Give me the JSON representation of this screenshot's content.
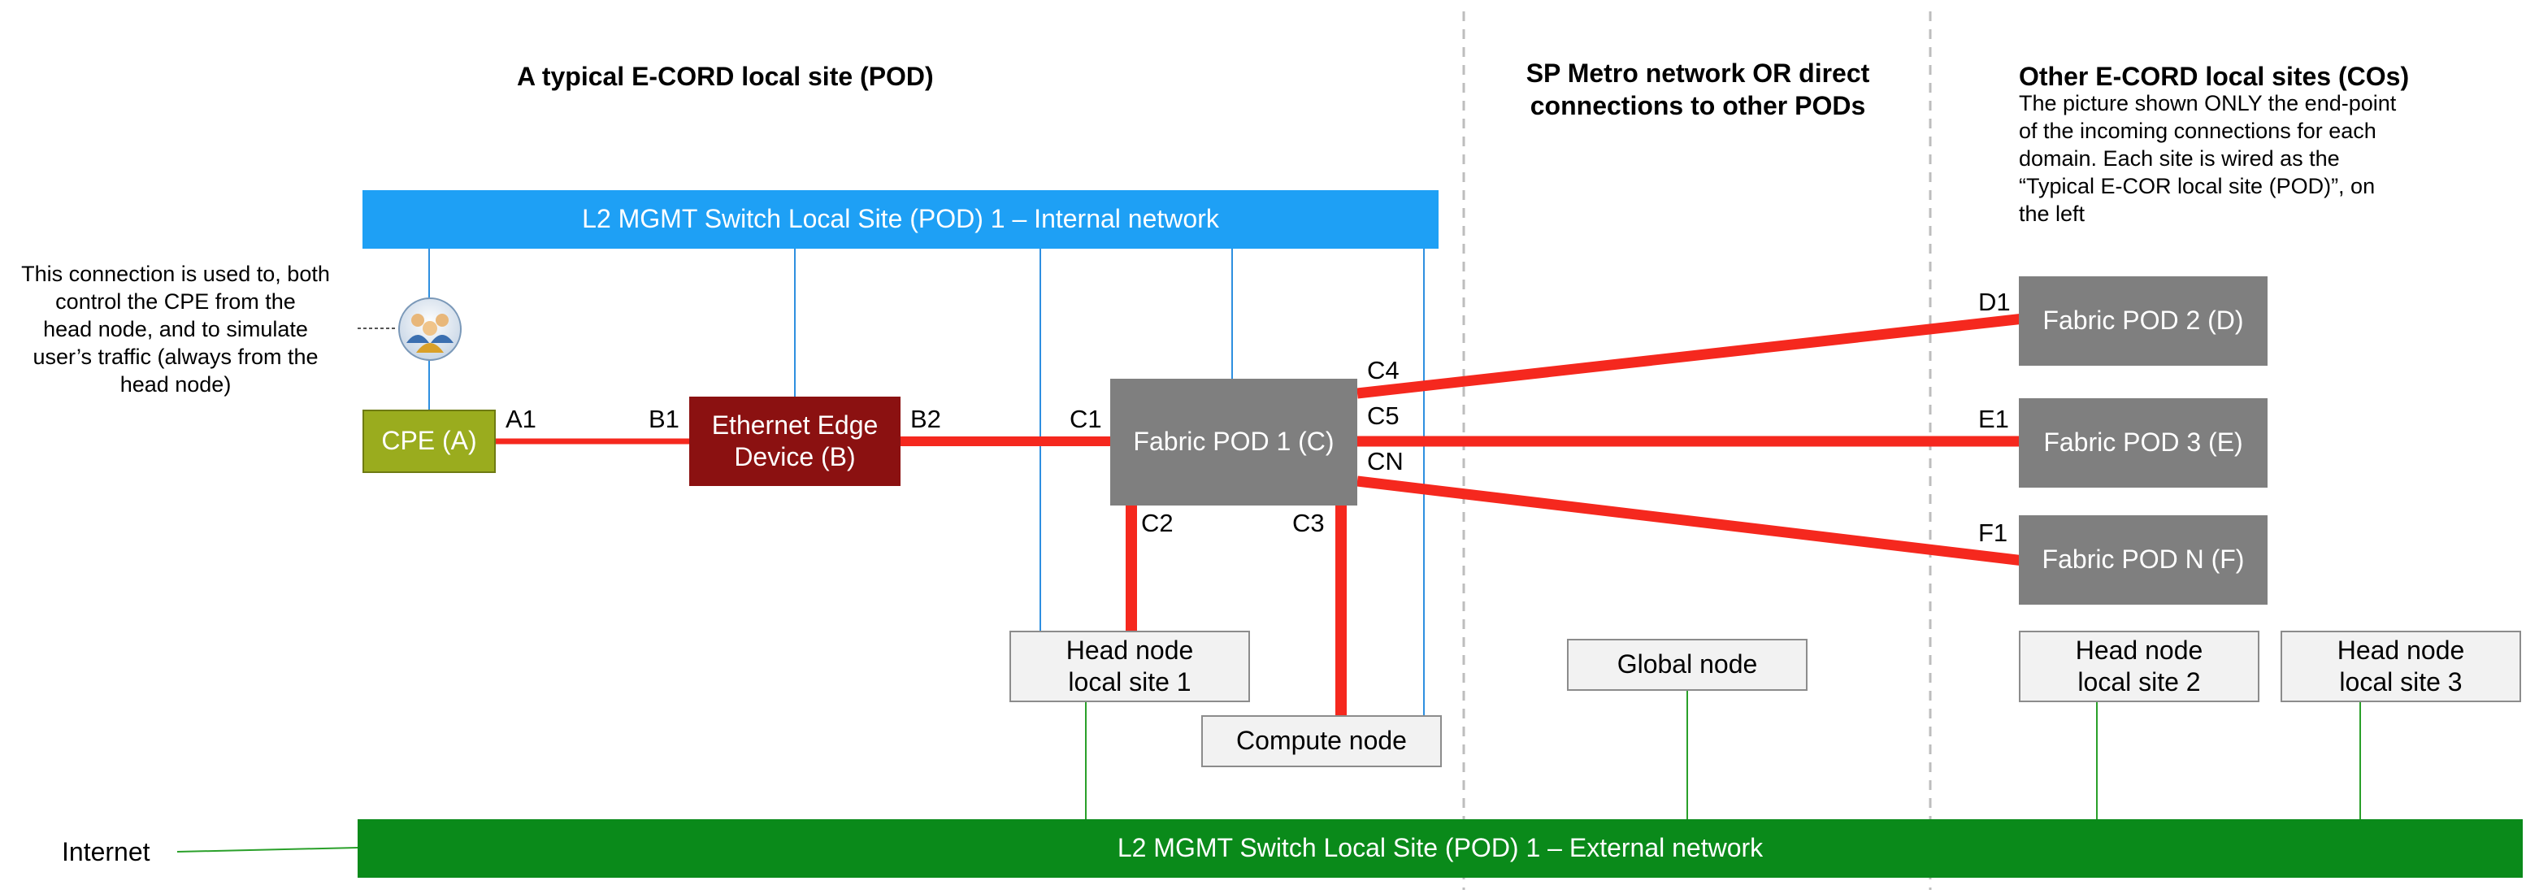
{
  "colors": {
    "blue_switch": "#1ea0f5",
    "green_switch": "#0a8a1a",
    "cpe": "#9aac1e",
    "edge": "#8b1111",
    "fabric": "#7f7f7f",
    "red_link": "#f5281e",
    "thin_blue": "#2e8fe0",
    "thin_green": "#2aa02a",
    "divider": "#bdbdbd"
  },
  "headings": {
    "local_site": "A typical E-CORD local site (POD)",
    "metro_line1": "SP Metro network OR direct",
    "metro_line2": "connections to other PODs",
    "other_sites": "Other E-CORD local sites (COs)"
  },
  "note_other_sites": {
    "line1": "The picture shown ONLY the end-point",
    "line2": "of the incoming connections for each",
    "line3": "domain. Each site is wired as the",
    "line4": "“Typical E-COR local site (POD)”, on",
    "line5": "the left"
  },
  "note_cpe": {
    "line1": "This connection is used to, both",
    "line2": "control the CPE from the",
    "line3": "head node, and to simulate",
    "line4": "user’s traffic (always from the",
    "line5": "head node)"
  },
  "switches": {
    "internal": "L2 MGMT Switch Local Site (POD) 1 – Internal network",
    "external": "L2 MGMT Switch Local Site (POD) 1 – External network"
  },
  "internet_label": "Internet",
  "devices": {
    "cpe": "CPE (A)",
    "edge_line1": "Ethernet Edge",
    "edge_line2": "Device (B)",
    "fabric1": "Fabric POD 1 (C)",
    "fabric2": "Fabric POD 2 (D)",
    "fabric3": "Fabric POD 3 (E)",
    "fabricN": "Fabric POD N (F)"
  },
  "nodes": {
    "head1_line1": "Head node",
    "head1_line2": "local site 1",
    "compute": "Compute node",
    "global": "Global node",
    "head2_line1": "Head node",
    "head2_line2": "local site 2",
    "head3_line1": "Head node",
    "head3_line2": "local site 3"
  },
  "ports": {
    "A1": "A1",
    "B1": "B1",
    "B2": "B2",
    "C1": "C1",
    "C2": "C2",
    "C3": "C3",
    "C4": "C4",
    "C5": "C5",
    "CN": "CN",
    "D1": "D1",
    "E1": "E1",
    "F1": "F1"
  },
  "icons": {
    "users": "users-group-icon"
  }
}
